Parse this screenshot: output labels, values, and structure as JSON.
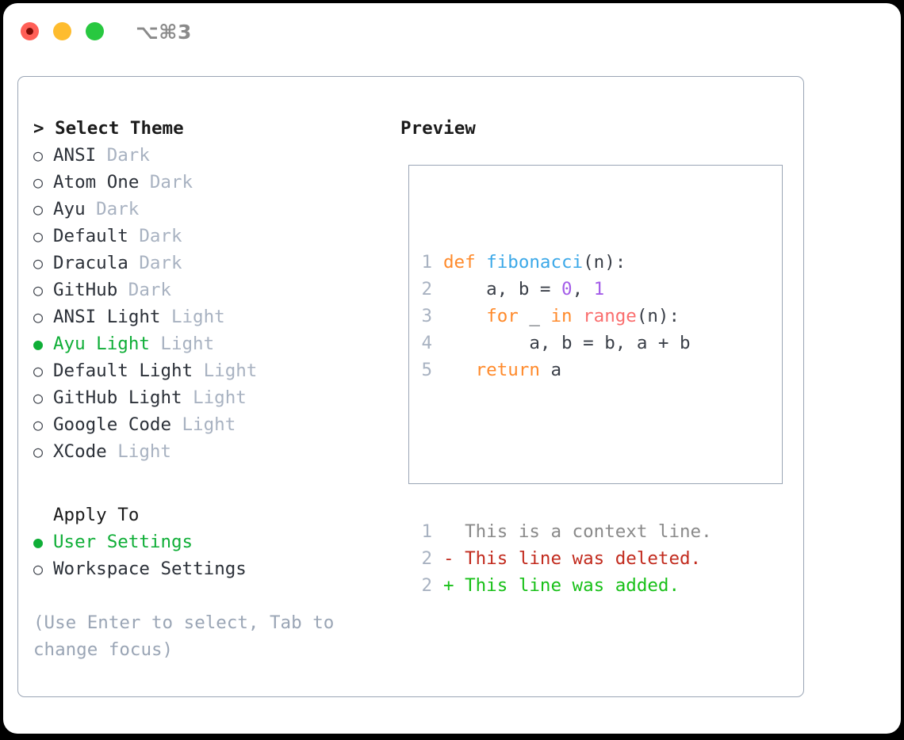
{
  "titlebar": {
    "shortcut": "⌥⌘3",
    "controls": [
      {
        "name": "close",
        "color": "#ff5f57"
      },
      {
        "name": "minimize",
        "color": "#febc2e"
      },
      {
        "name": "zoom",
        "color": "#28c840"
      }
    ]
  },
  "theme_picker": {
    "heading": "> Select Theme",
    "selected_bullet": "●",
    "unselected_bullet": "○",
    "accent_color": "#0fae37",
    "tag_color": "#a8b2c1",
    "items": [
      {
        "bullet": "○",
        "name": "ANSI",
        "tag": "Dark",
        "selected": false
      },
      {
        "bullet": "○",
        "name": "Atom One",
        "tag": "Dark",
        "selected": false
      },
      {
        "bullet": "○",
        "name": "Ayu",
        "tag": "Dark",
        "selected": false
      },
      {
        "bullet": "○",
        "name": "Default",
        "tag": "Dark",
        "selected": false
      },
      {
        "bullet": "○",
        "name": "Dracula",
        "tag": "Dark",
        "selected": false
      },
      {
        "bullet": "○",
        "name": "GitHub",
        "tag": "Dark",
        "selected": false
      },
      {
        "bullet": "○",
        "name": "ANSI Light",
        "tag": "Light",
        "selected": false
      },
      {
        "bullet": "●",
        "name": "Ayu Light",
        "tag": "Light",
        "selected": true
      },
      {
        "bullet": "○",
        "name": "Default Light",
        "tag": "Light",
        "selected": false
      },
      {
        "bullet": "○",
        "name": "GitHub Light",
        "tag": "Light",
        "selected": false
      },
      {
        "bullet": "○",
        "name": "Google Code",
        "tag": "Light",
        "selected": false
      },
      {
        "bullet": "○",
        "name": "XCode",
        "tag": "Light",
        "selected": false
      }
    ]
  },
  "apply_to": {
    "heading": "Apply To",
    "items": [
      {
        "bullet": "●",
        "name": "User Settings",
        "selected": true
      },
      {
        "bullet": "○",
        "name": "Workspace Settings",
        "selected": false
      }
    ]
  },
  "hint": {
    "line1": "(Use Enter to select, Tab to",
    "line2": "change focus)"
  },
  "preview": {
    "heading": "Preview",
    "code_lines": [
      {
        "n": "1",
        "indent": "",
        "tokens": [
          {
            "t": "def",
            "c": "kw"
          },
          {
            "t": " ",
            "c": "pl"
          },
          {
            "t": "fibonacci",
            "c": "fn"
          },
          {
            "t": "(n):",
            "c": "pl"
          }
        ]
      },
      {
        "n": "2",
        "indent": "",
        "tokens": [
          {
            "t": "    a, b = ",
            "c": "pl"
          },
          {
            "t": "0",
            "c": "num"
          },
          {
            "t": ", ",
            "c": "pl"
          },
          {
            "t": "1",
            "c": "num"
          }
        ]
      },
      {
        "n": "3",
        "indent": "",
        "tokens": [
          {
            "t": "    ",
            "c": "pl"
          },
          {
            "t": "for",
            "c": "kw"
          },
          {
            "t": " _ ",
            "c": "pl"
          },
          {
            "t": "in",
            "c": "kw"
          },
          {
            "t": " ",
            "c": "pl"
          },
          {
            "t": "range",
            "c": "bi"
          },
          {
            "t": "(n):",
            "c": "pl"
          }
        ]
      },
      {
        "n": "4",
        "indent": "",
        "tokens": [
          {
            "t": "        a, b = b, a + b",
            "c": "pl"
          }
        ]
      },
      {
        "n": "5",
        "indent": "",
        "tokens": [
          {
            "t": "   ",
            "c": "pl"
          },
          {
            "t": "return",
            "c": "kw"
          },
          {
            "t": " a",
            "c": "pl"
          }
        ]
      }
    ],
    "diff_lines": [
      {
        "n": "1",
        "marker": " ",
        "text": "  This is a context line.",
        "kind": "ctx"
      },
      {
        "n": "2",
        "marker": "-",
        "text": "- This line was deleted.",
        "kind": "del"
      },
      {
        "n": "2",
        "marker": "+",
        "text": "+ This line was added.",
        "kind": "add"
      }
    ]
  },
  "colors": {
    "keyword": "#ff8a2b",
    "function": "#3ba8e8",
    "number": "#a35ce8",
    "builtin": "#fa6e6e",
    "plain": "#3a3f48",
    "line_number": "#a8b2c1",
    "diff_context": "#8a8a8a",
    "diff_deleted": "#c22b1e",
    "diff_added": "#18c018",
    "border": "#9aa5b5",
    "background": "#ffffff"
  }
}
